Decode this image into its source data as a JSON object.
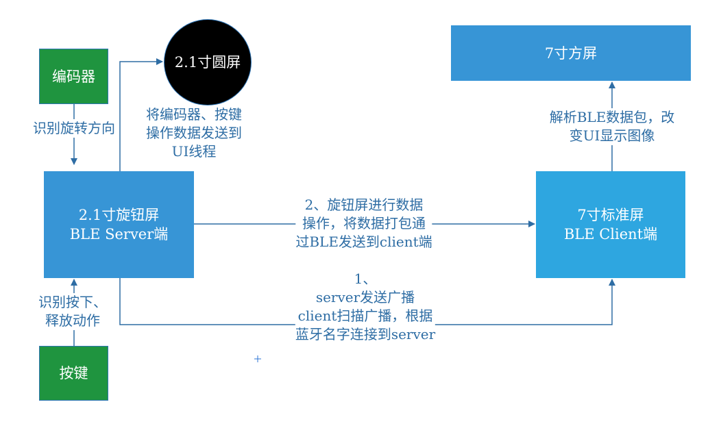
{
  "nodes": {
    "encoder": "编码器",
    "round_screen": "2.1寸圆屏",
    "server": {
      "line1": "2.1寸旋钮屏",
      "line2": "BLE Server端"
    },
    "button": "按键",
    "client": {
      "line1": "7寸标准屏",
      "line2": "BLE Client端"
    },
    "square_screen": "7寸方屏"
  },
  "edges": {
    "encoder_to_server": "识别旋转方向",
    "server_to_round": [
      "将编码器、按键",
      "操作数据发送到",
      "UI线程"
    ],
    "button_to_server": [
      "识别按下、",
      "释放动作"
    ],
    "server_to_client": [
      "2、旋钮屏进行数据",
      "操作，将数据打包通",
      "过BLE发送到client端"
    ],
    "client_to_square": [
      "解析BLE数据包，改",
      "变UI显示图像"
    ],
    "advertise": [
      "1、",
      "server发送广播",
      "client扫描广播，根据",
      "蓝牙名字连接到server"
    ]
  },
  "colors": {
    "green": "#1f943f",
    "blue": "#3795d6",
    "line": "#2e6da4"
  }
}
